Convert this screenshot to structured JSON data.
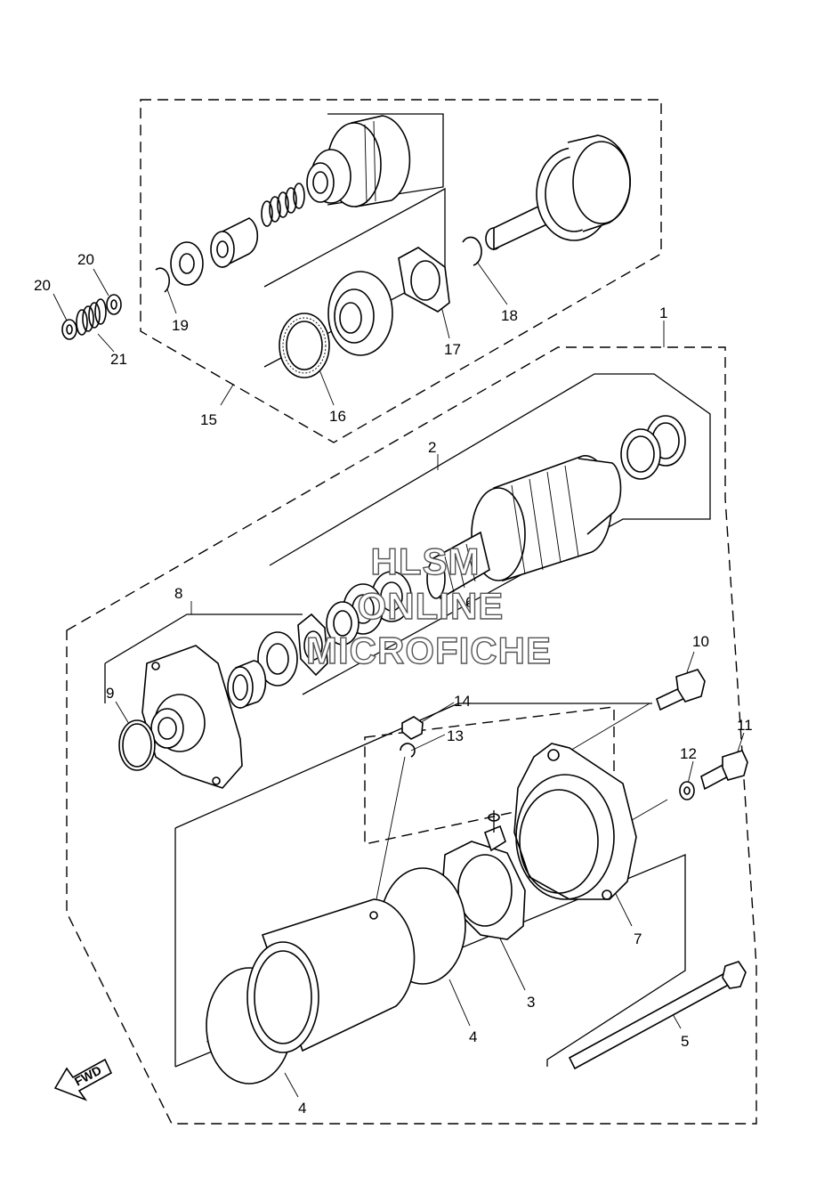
{
  "callouts": {
    "c1": "1",
    "c2": "2",
    "c3": "3",
    "c4a": "4",
    "c4b": "4",
    "c5": "5",
    "c6": "6",
    "c7": "7",
    "c8": "8",
    "c9": "9",
    "c10": "10",
    "c11": "11",
    "c12": "12",
    "c13": "13",
    "c14": "14",
    "c15": "15",
    "c16": "16",
    "c17": "17",
    "c18": "18",
    "c19": "19",
    "c20a": "20",
    "c20b": "20",
    "c21": "21"
  },
  "watermark": {
    "line1": "HLSM",
    "line2": "ONLINE",
    "line3": "MICROFICHE"
  },
  "direction_marker": {
    "label": "FWD",
    "icon": "fwd-arrow-icon"
  }
}
